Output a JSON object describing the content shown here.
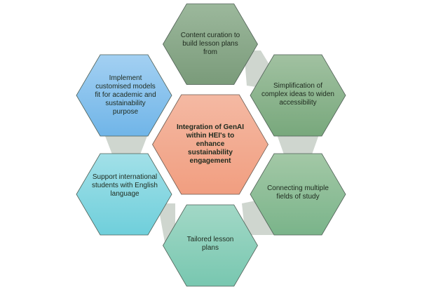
{
  "center": {
    "text": "Integration of GenAI within HEI's to enhance sustainability engagement",
    "color_top": "#f4b9a3",
    "color_bottom": "#f19e80"
  },
  "nodes": [
    {
      "id": "content-curation",
      "text": "Content curation to build lesson plans from",
      "color_top": "#9cb89c",
      "color_bottom": "#7a9b7a"
    },
    {
      "id": "simplification",
      "text": "Simplification of complex ideas to widen accessibility",
      "color_top": "#a1c1a1",
      "color_bottom": "#78a87c"
    },
    {
      "id": "connecting-fields",
      "text": "Connecting multiple fields of study",
      "color_top": "#a3c8a6",
      "color_bottom": "#7ab48a"
    },
    {
      "id": "tailored-plans",
      "text": "Tailored lesson plans",
      "color_top": "#a2d8c6",
      "color_bottom": "#78c7b0"
    },
    {
      "id": "international-students",
      "text": "Support international students with English language",
      "color_top": "#a2e0e8",
      "color_bottom": "#6fcfdb"
    },
    {
      "id": "custom-models",
      "text": "Implement customised models fit for academic and sustainability purpose",
      "color_top": "#a3d0f2",
      "color_bottom": "#70b5e8"
    }
  ],
  "connector_color": "#cfd6cf"
}
